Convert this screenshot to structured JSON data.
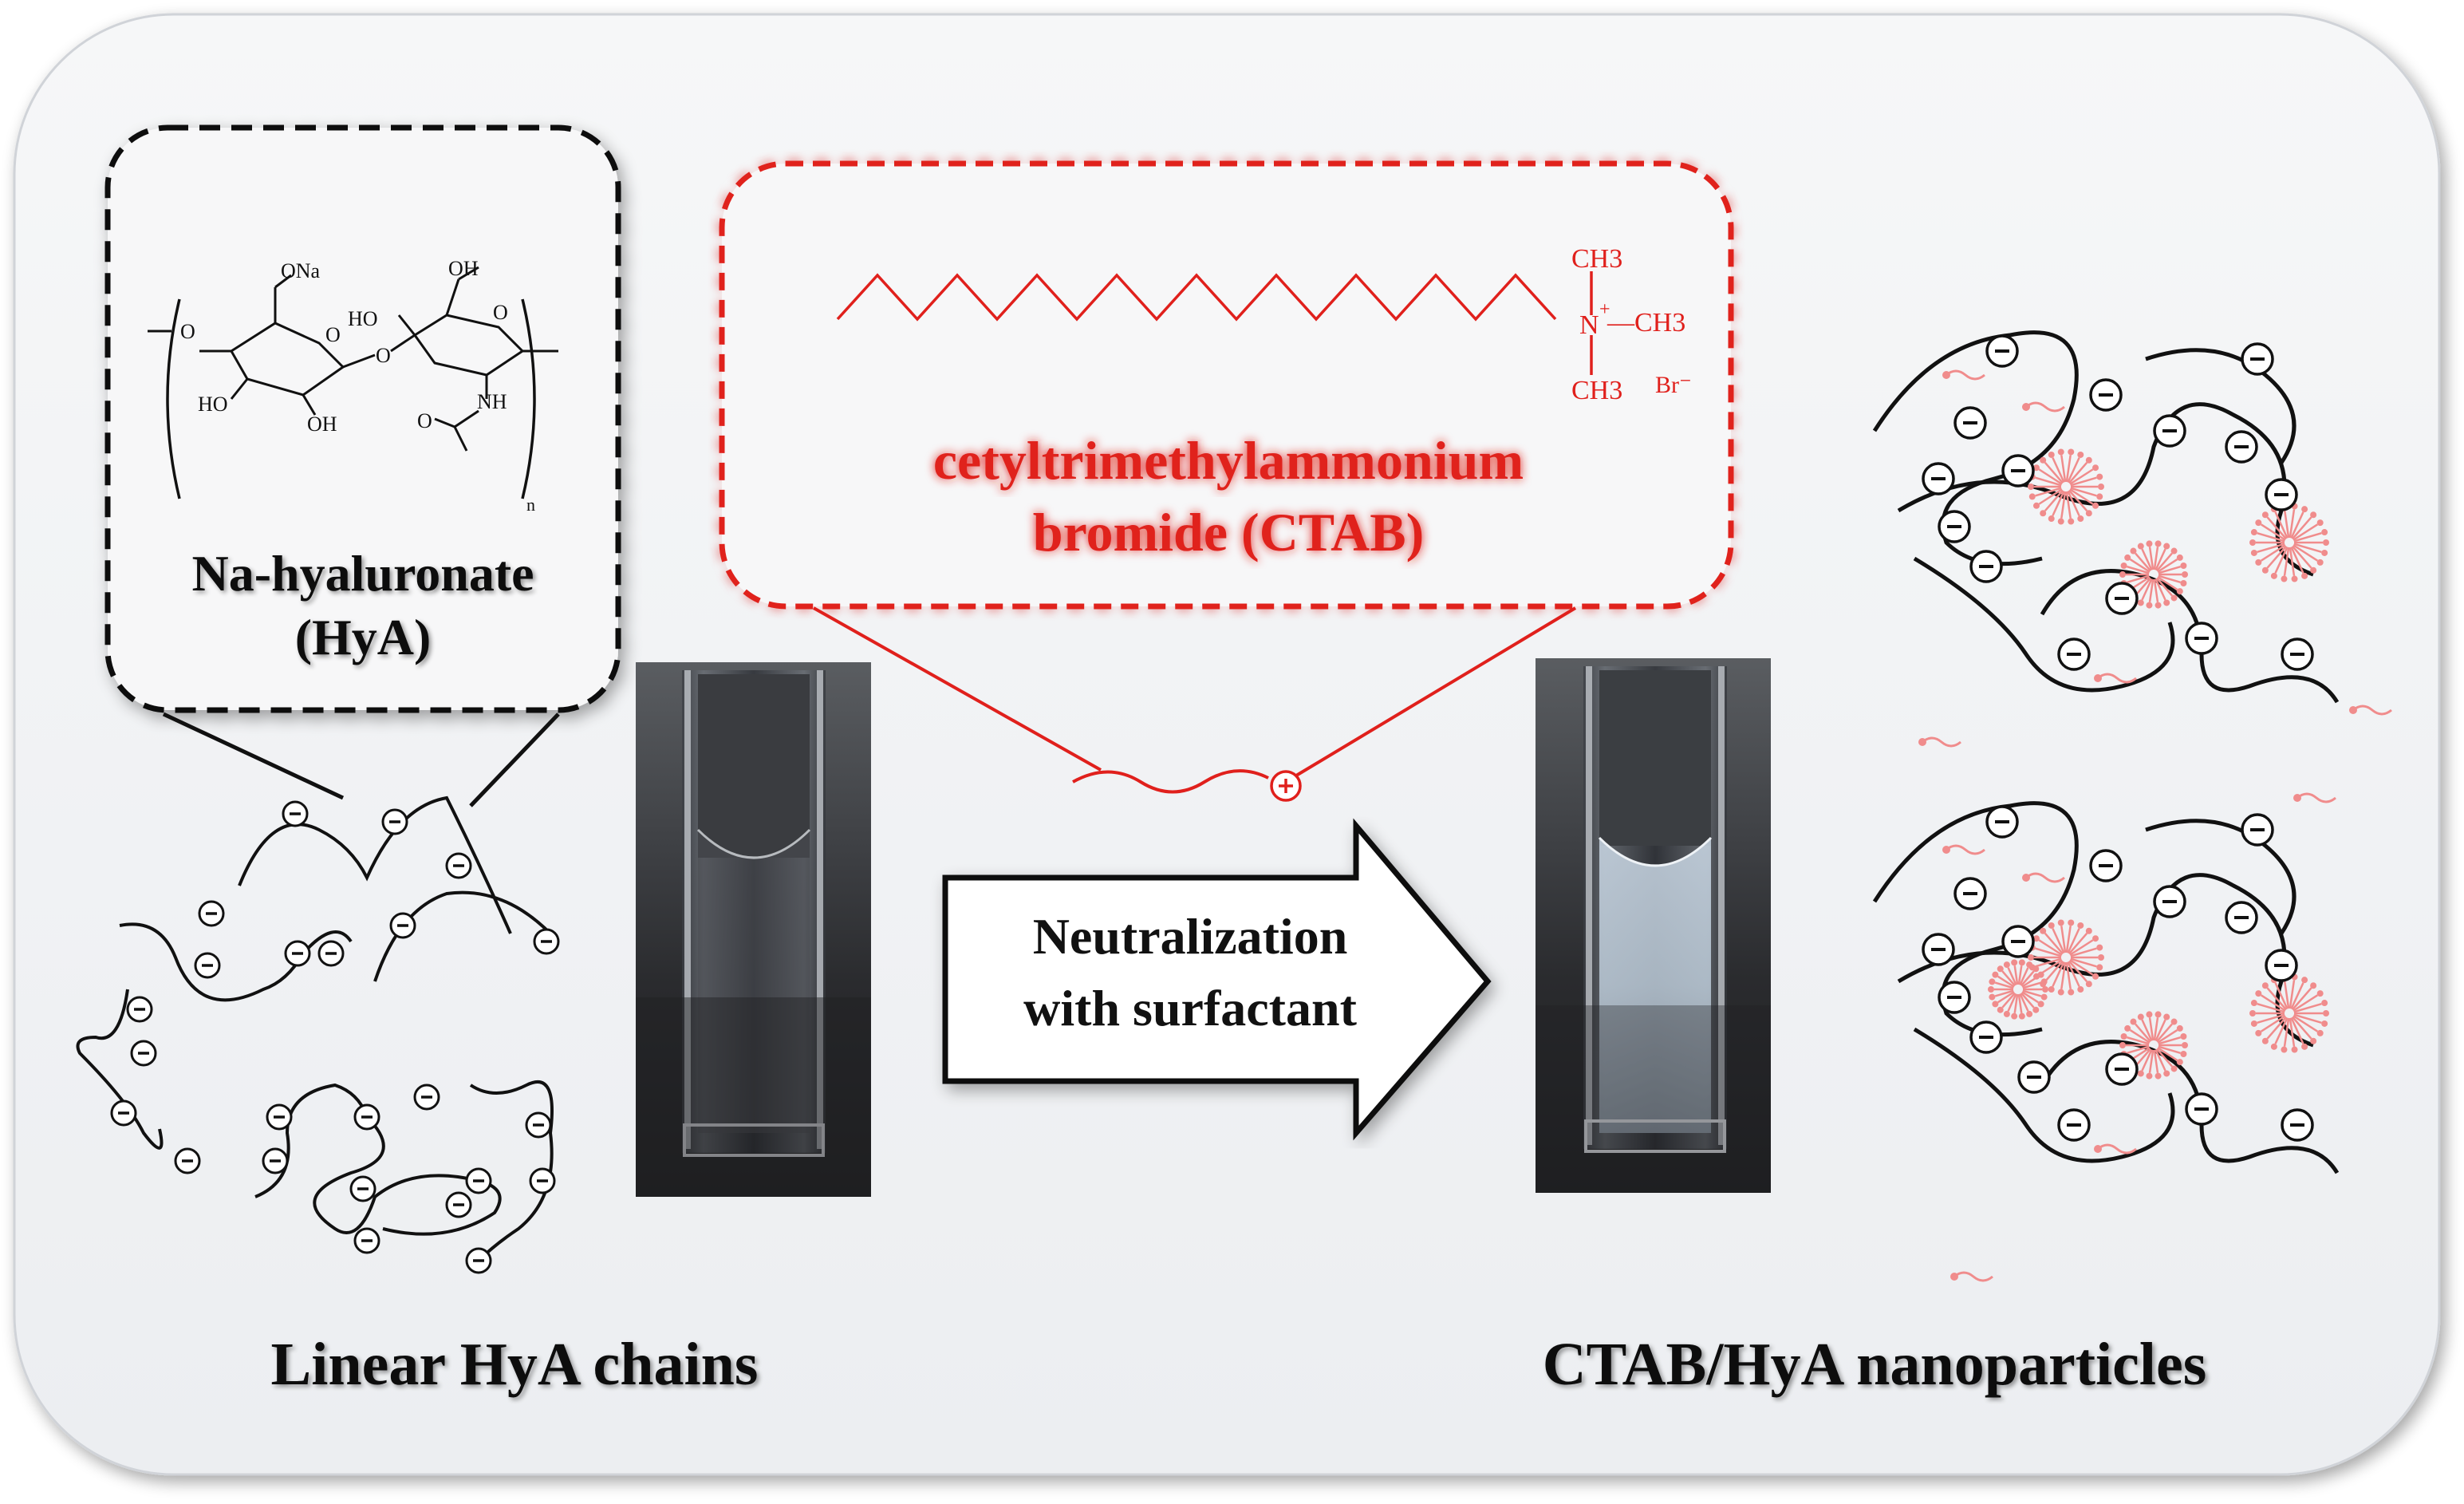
{
  "hya_box": {
    "name_line1": "Na-hyaluronate",
    "name_line2": "(HyA)",
    "struct": {
      "ona": "ONa",
      "ho_top": "HO",
      "oh_top": "OH",
      "ho_left": "HO",
      "oh_bottom": "OH",
      "nh": "NH",
      "o_ring1": "O",
      "o_ring2": "O",
      "o_bridge": "O",
      "o_left": "O",
      "o_amide": "O",
      "n_sub": "n"
    }
  },
  "ctab_box": {
    "name_line1": "cetyltrimethylammonium",
    "name_line2": "bromide (CTAB)",
    "struct": {
      "ch3_top": "CH3",
      "ch3_right": "—CH3",
      "ch3_bottom": "CH3",
      "n_plus": "N",
      "plus": "+",
      "br": "Br⁻"
    }
  },
  "arrow": {
    "line1": "Neutralization",
    "line2": "with surfactant"
  },
  "captions": {
    "left": "Linear HyA chains",
    "right": "CTAB/HyA nanoparticles"
  },
  "colors": {
    "ctab_red": "#e0201c",
    "micelle_pink": "#f08c8c",
    "panel_bg": "#f3f4f6",
    "black": "#111111"
  }
}
